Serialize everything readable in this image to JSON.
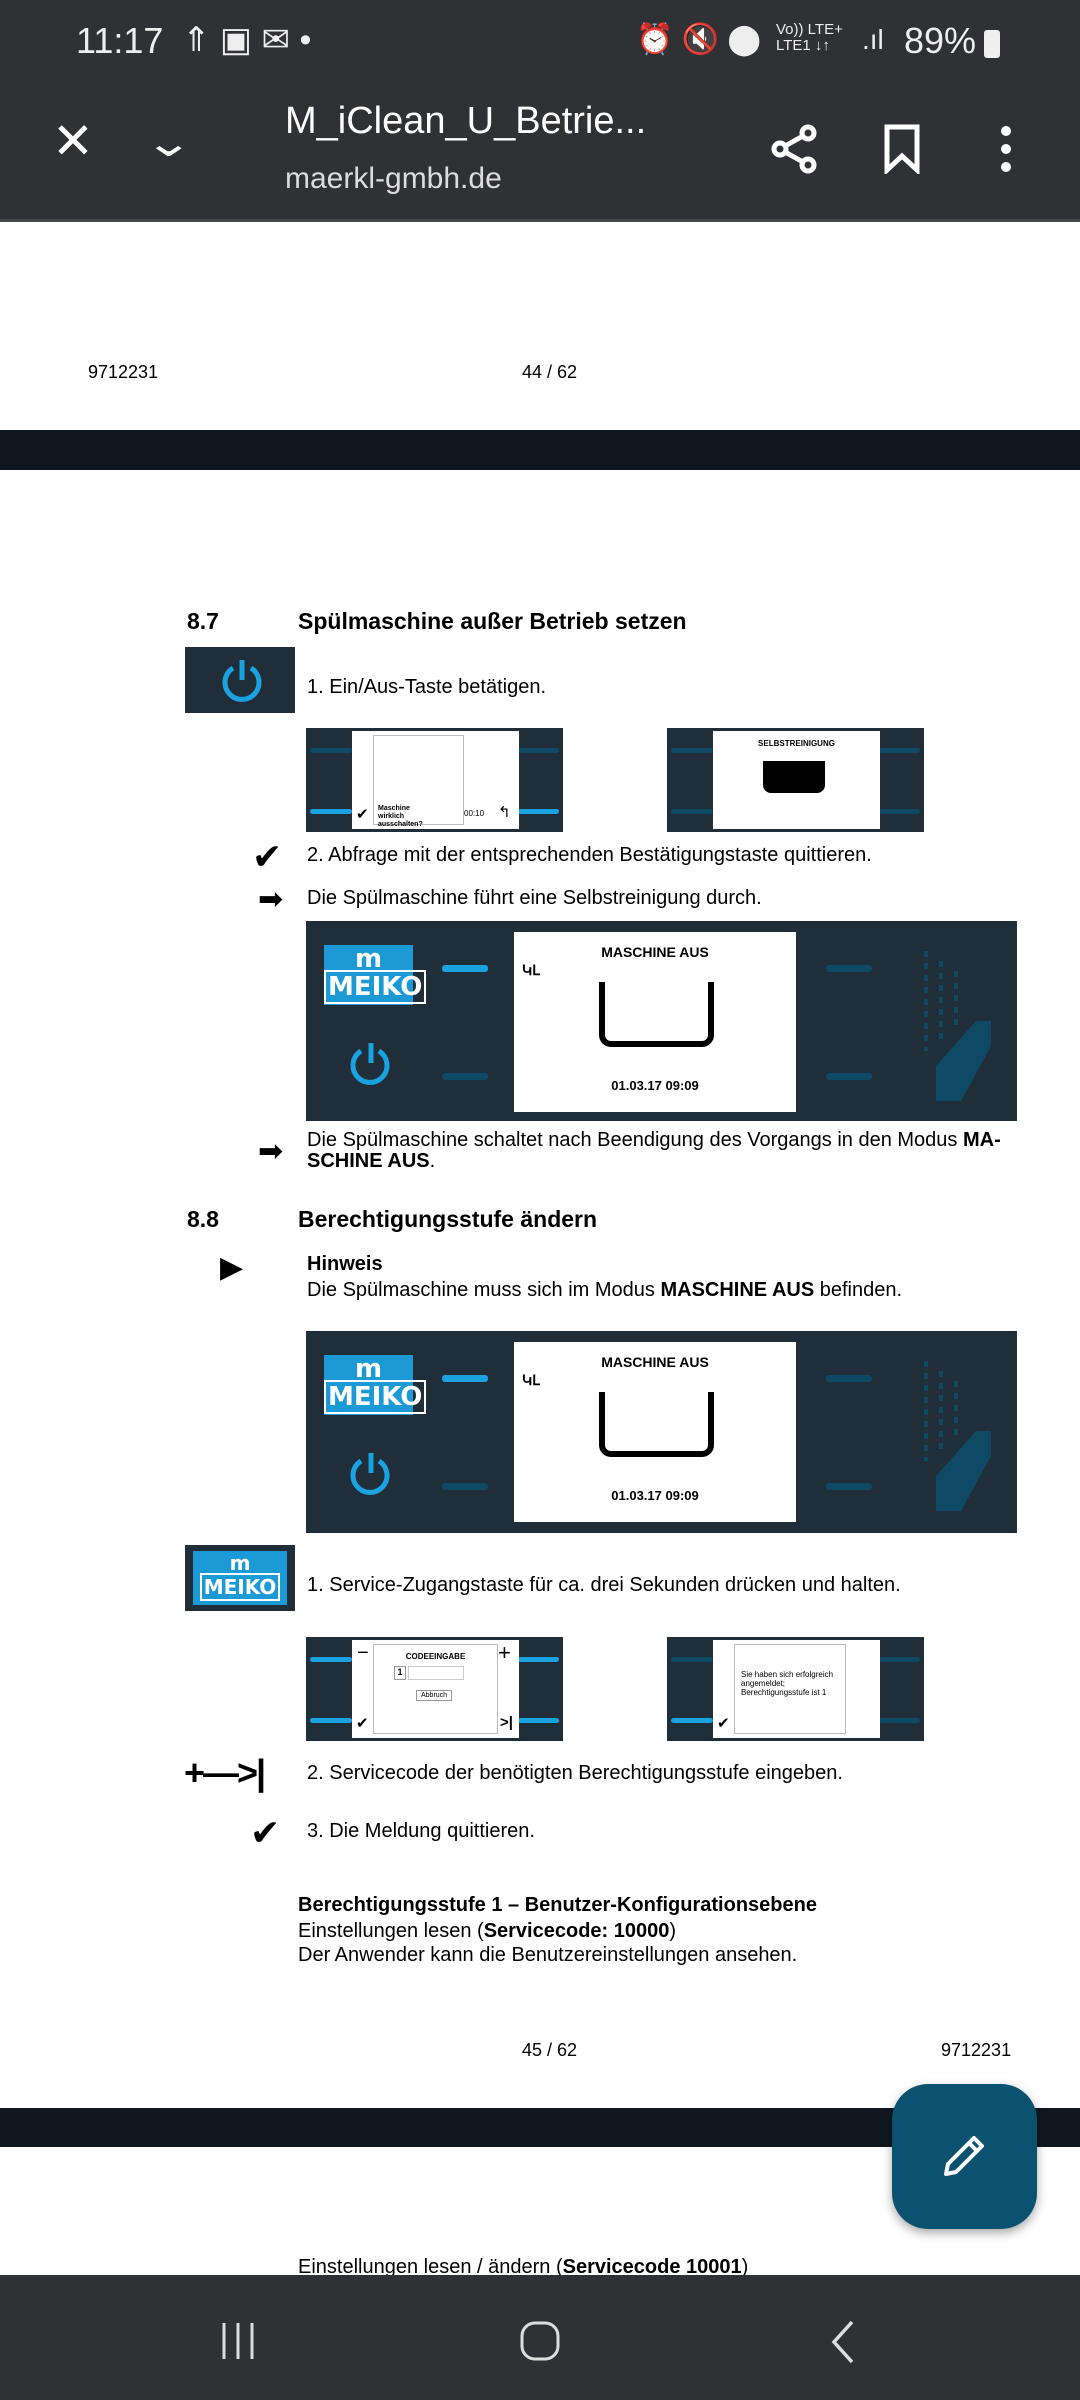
{
  "status_bar": {
    "time": "11:17",
    "battery": "89%",
    "network_top": "Vo)) LTE+",
    "network_bottom": "LTE1 ↓↑"
  },
  "toolbar": {
    "title": "M_iClean_U_Betrie...",
    "subtitle": "maerkl-gmbh.de"
  },
  "page44": {
    "doc_number": "9712231",
    "page_label": "44 / 62"
  },
  "section87": {
    "number": "8.7",
    "title": "Spülmaschine außer Betrieb setzen",
    "step1": "1.  Ein/Aus-Taste betätigen.",
    "panel_a": {
      "question": "Maschine wirklich ausschalten?",
      "timer": "00:10"
    },
    "panel_b": {
      "title": "SELBSTREINIGUNG"
    },
    "step2": "2.  Abfrage mit der entsprechenden Bestätigungstaste quittieren.",
    "result1": "Die Spülmaschine führt eine Selbstreinigung durch.",
    "big_panel": {
      "logo": "MEIKO",
      "logo_m": "m",
      "title": "MASCHINE AUS",
      "datetime": "01.03.17 09:09"
    },
    "result2_a": "Die Spülmaschine schaltet nach Beendigung des Vorgangs in den Modus ",
    "result2_b": "MA-",
    "result2_c": "SCHINE AUS",
    "result2_d": "."
  },
  "section88": {
    "number": "8.8",
    "title": "Berechtigungsstufe ändern",
    "note_title": "Hinweis",
    "note_a": "Die Spülmaschine muss sich im Modus ",
    "note_b": "MASCHINE AUS",
    "note_c": " befinden.",
    "big_panel": {
      "logo": "MEIKO",
      "logo_m": "m",
      "title": "MASCHINE AUS",
      "datetime": "01.03.17 09:09"
    },
    "step1": "1.  Service-Zugangstaste für ca. drei Sekunden drücken und halten.",
    "panel_c": {
      "title": "CODEEINGABE",
      "digit": "1",
      "cancel": "Abbruch"
    },
    "panel_d": {
      "message": "Sie haben sich erfolgreich angemeldet; Berechtigungsstufe ist 1"
    },
    "step2": "2.  Servicecode der benötigten Berechtigungsstufe eingeben.",
    "step3": "3.  Die Meldung quittieren.",
    "level_title": "Berechtigungsstufe 1 – Benutzer-Konfigurationsebene",
    "level_line1_a": "Einstellungen lesen (",
    "level_line1_b": "Servicecode: 10000",
    "level_line1_c": ")",
    "level_line2": "Der Anwender kann die Benutzereinstellungen ansehen."
  },
  "page45": {
    "doc_number": "9712231",
    "page_label": "45 / 62"
  },
  "page46": {
    "partial_a": "Einstellungen lesen / ändern (",
    "partial_b": "Servicecode 10001",
    "partial_c": ")"
  },
  "colors": {
    "toolbar": "#303135",
    "fab": "#0b5270",
    "panel": "#1f2e38",
    "accent": "#1aa3e0"
  }
}
